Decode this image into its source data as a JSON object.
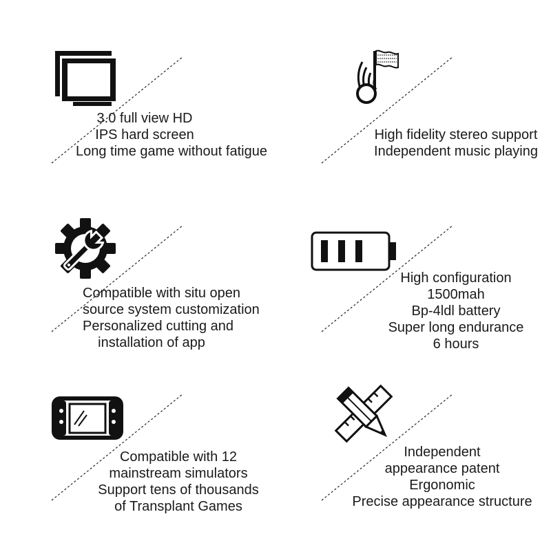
{
  "features": [
    {
      "icon": "monitor-icon",
      "lines": [
        "3.0 full view HD",
        "IPS hard screen",
        "Long time game without fatigue"
      ]
    },
    {
      "icon": "music-note-icon",
      "lines": [
        "High fidelity stereo support",
        "Independent music playing"
      ]
    },
    {
      "icon": "gear-wrench-icon",
      "lines": [
        "Compatible with situ open",
        "source system customization",
        "Personalized cutting and",
        "installation of app"
      ]
    },
    {
      "icon": "battery-icon",
      "lines": [
        "High configuration",
        "1500mah",
        "Bp-4ldl battery",
        "Super long endurance",
        "6 hours"
      ]
    },
    {
      "icon": "handheld-console-icon",
      "lines": [
        "Compatible with 12",
        "mainstream simulators",
        "Support tens of thousands",
        "of Transplant Games"
      ]
    },
    {
      "icon": "pencil-ruler-icon",
      "lines": [
        "Independent",
        "appearance patent",
        "Ergonomic",
        "Precise appearance structure"
      ]
    }
  ]
}
